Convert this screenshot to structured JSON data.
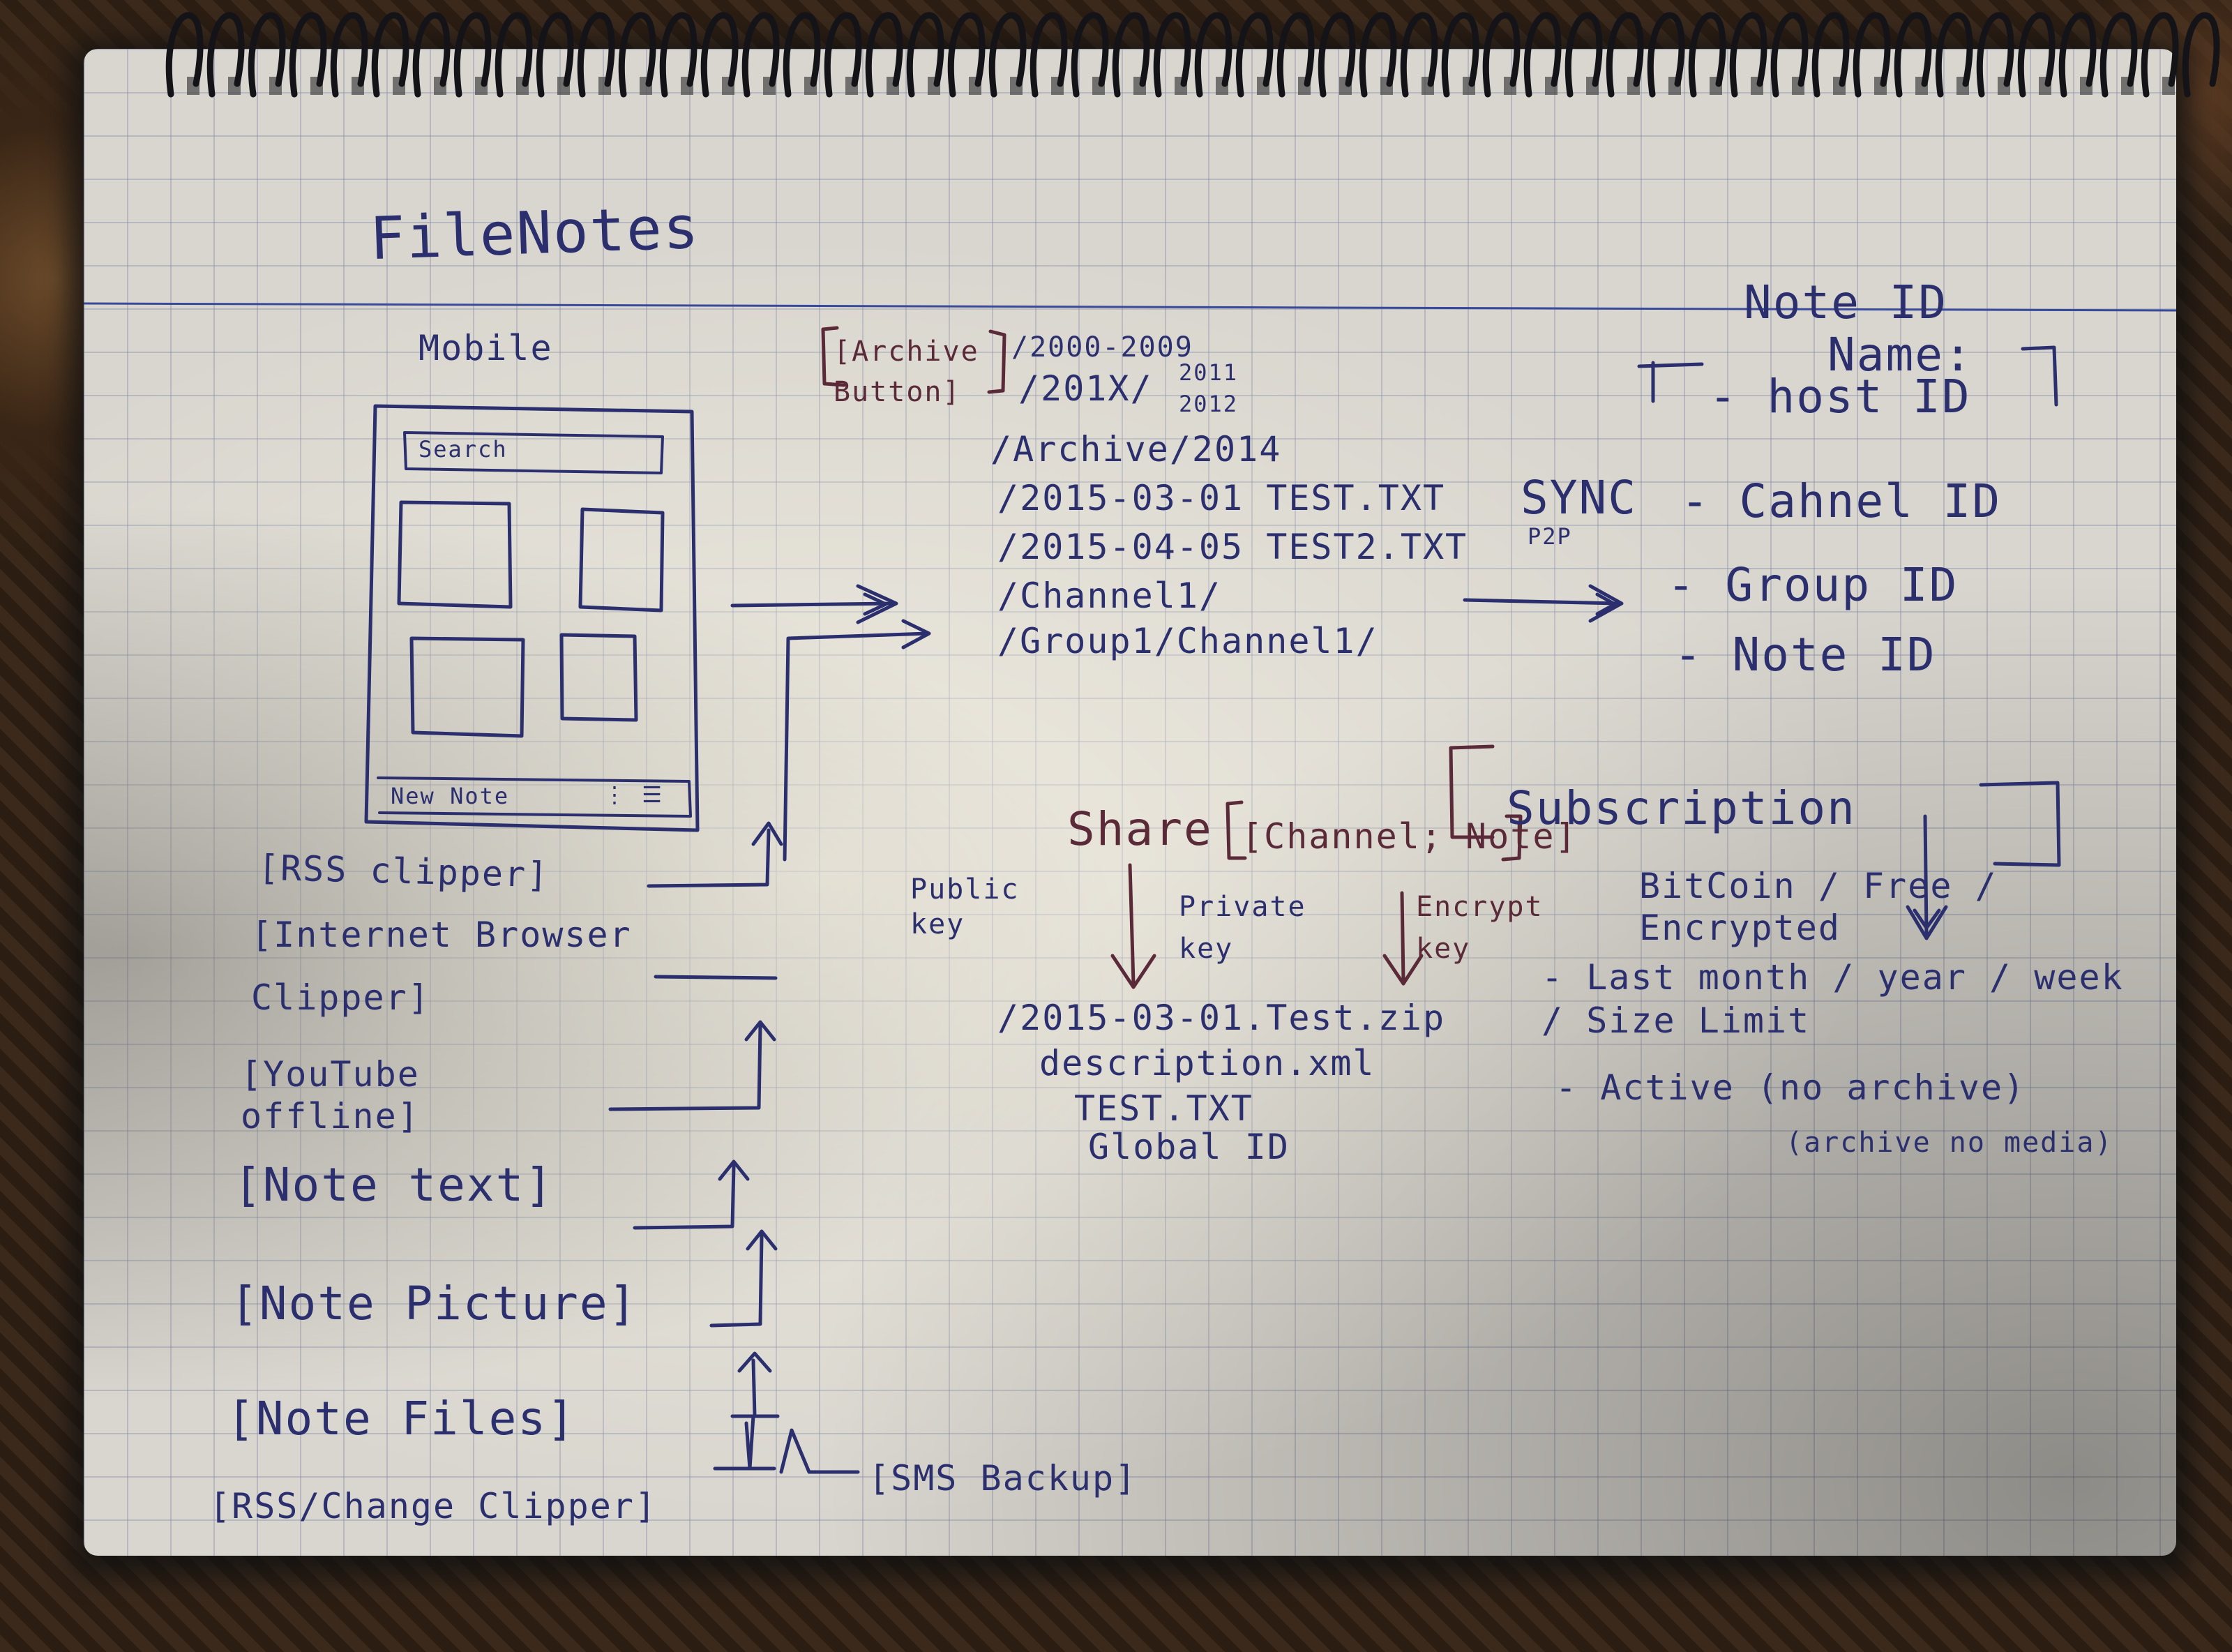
{
  "title": "FileNotes",
  "mobile": {
    "label": "Mobile",
    "search": "Search",
    "new_note": "New Note",
    "menu": "⋮ ☰"
  },
  "sources": [
    "[RSS clipper]",
    "[Internet Browser Clipper]",
    "[YouTube offline]",
    "[Note text]",
    "[Note Picture]",
    "[Note Files]",
    "[RSS/Change Clipper]",
    "[SMS Backup]"
  ],
  "archive": {
    "button": "[Archive Button]",
    "lines": [
      "/2000-2009",
      "/201X/",
      "2011",
      "2012",
      "/Archive/2014",
      "/2015-03-01 TEST.TXT",
      "/2015-04-05 TEST2.TXT",
      "/Channel1/",
      "/Group1/Channel1/"
    ]
  },
  "note_id": {
    "heading": "Note ID",
    "name": "Name:",
    "host_id": "- host ID",
    "sync": "SYNC",
    "p2p": "P2P",
    "channel_id": "- Cahnel ID",
    "group_id": "- Group ID",
    "note_id": "- Note ID"
  },
  "share": {
    "label": "Share",
    "options": "[Channel; Note]",
    "public_key": "Public key",
    "private_key": "Private key",
    "encrypt_key": "Encrypt key",
    "files": [
      "/2015-03-01.Test.zip",
      "description.xml",
      "TEST.TXT",
      "Global ID"
    ]
  },
  "subscription": {
    "label": "Subscription",
    "pricing": "BitCoin / Free / Encrypted",
    "last": "- Last month / year / week / Size Limit",
    "active": "- Active (no archive)",
    "archive_no_media": "(archive no media)"
  },
  "colors": {
    "ink_blue": "#2b2f6e",
    "ink_red": "#5a2a38",
    "paper": "#d9d6cf"
  }
}
